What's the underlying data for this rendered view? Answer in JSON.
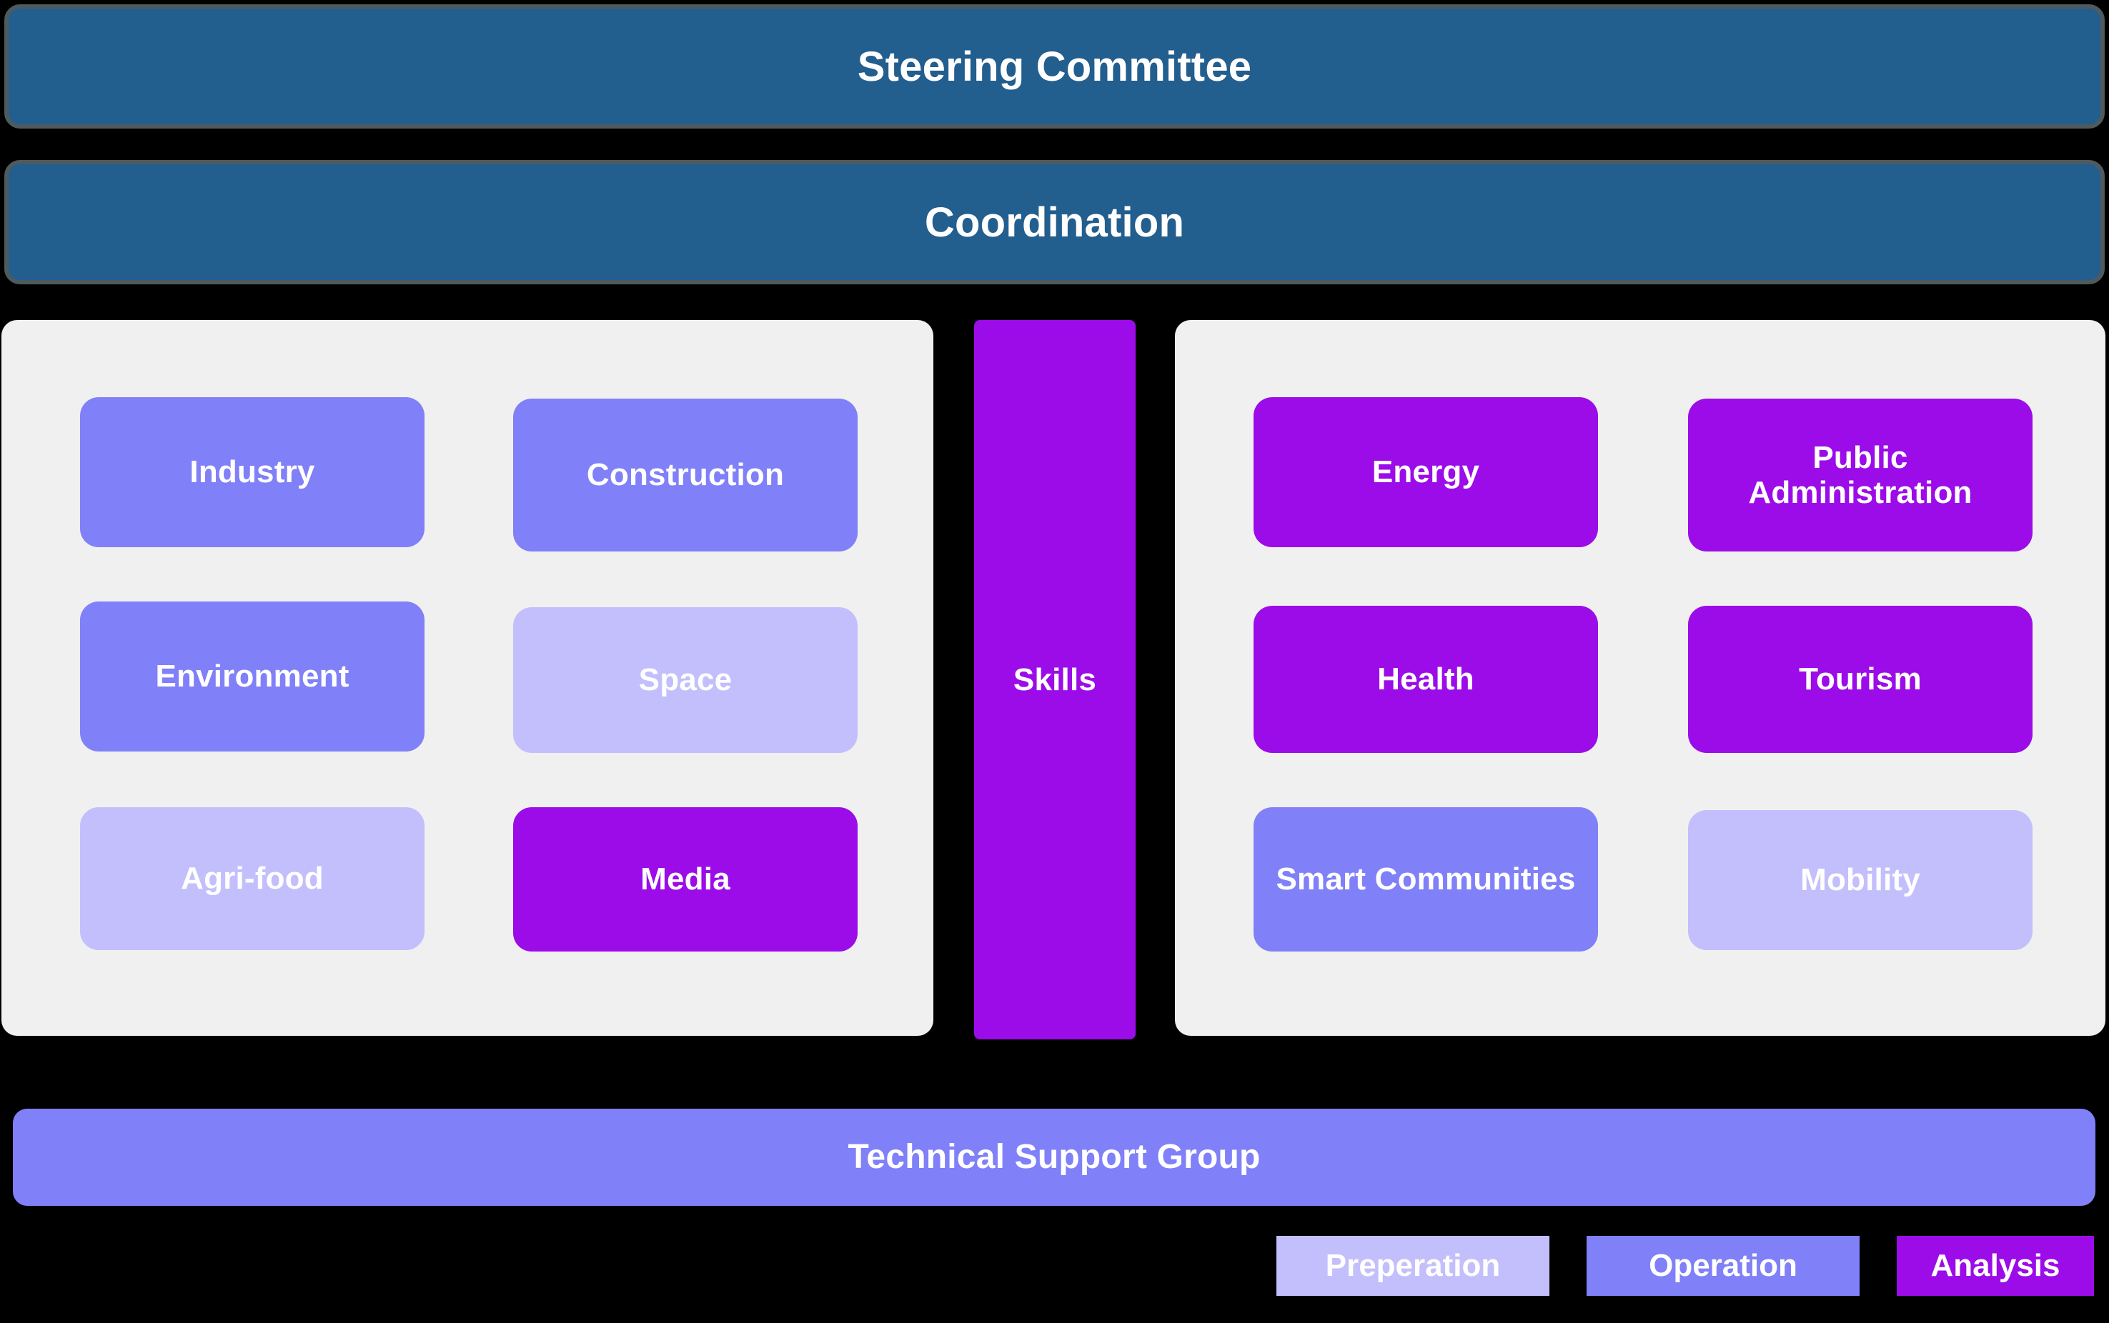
{
  "diagram": {
    "title_banners": [
      {
        "id": "steering-committee",
        "label": "Steering Committee"
      },
      {
        "id": "coordination",
        "label": "Coordination"
      }
    ],
    "left_panel": {
      "cells": [
        {
          "id": "industry",
          "label": "Industry",
          "tone": "operation"
        },
        {
          "id": "construction",
          "label": "Construction",
          "tone": "operation"
        },
        {
          "id": "environment",
          "label": "Environment",
          "tone": "operation"
        },
        {
          "id": "space",
          "label": "Space",
          "tone": "preperation"
        },
        {
          "id": "agrifood",
          "label": "Agri-food",
          "tone": "preperation"
        },
        {
          "id": "media",
          "label": "Media",
          "tone": "analysis"
        }
      ]
    },
    "center_column": {
      "label": "Skills",
      "tone": "analysis"
    },
    "right_panel": {
      "cells": [
        {
          "id": "energy",
          "label": "Energy",
          "tone": "analysis"
        },
        {
          "id": "publicadm",
          "label": "Public Administration",
          "tone": "analysis"
        },
        {
          "id": "health",
          "label": "Health",
          "tone": "analysis"
        },
        {
          "id": "tourism",
          "label": "Tourism",
          "tone": "analysis"
        },
        {
          "id": "smartcom",
          "label": "Smart Communities",
          "tone": "operation"
        },
        {
          "id": "mobility",
          "label": "Mobility",
          "tone": "preperation"
        }
      ]
    },
    "footer_bar": {
      "label": "Technical Support Group",
      "tone": "operation"
    },
    "legend": {
      "items": [
        {
          "id": "preperation",
          "label": "Preperation",
          "color": "#C3BFFC"
        },
        {
          "id": "operation",
          "label": "Operation",
          "color": "#8080F8"
        },
        {
          "id": "analysis",
          "label": "Analysis",
          "color": "#9B0CE8"
        }
      ]
    },
    "colors": {
      "background": "#000000",
      "banner_fill": "#225E8E",
      "banner_border": "#4E5A5E",
      "panel_fill": "#F0F0F0",
      "preperation": "#C3BFFC",
      "operation": "#8080F8",
      "analysis": "#9B0CE8",
      "text_on_fill": "#FFFFFF"
    }
  }
}
